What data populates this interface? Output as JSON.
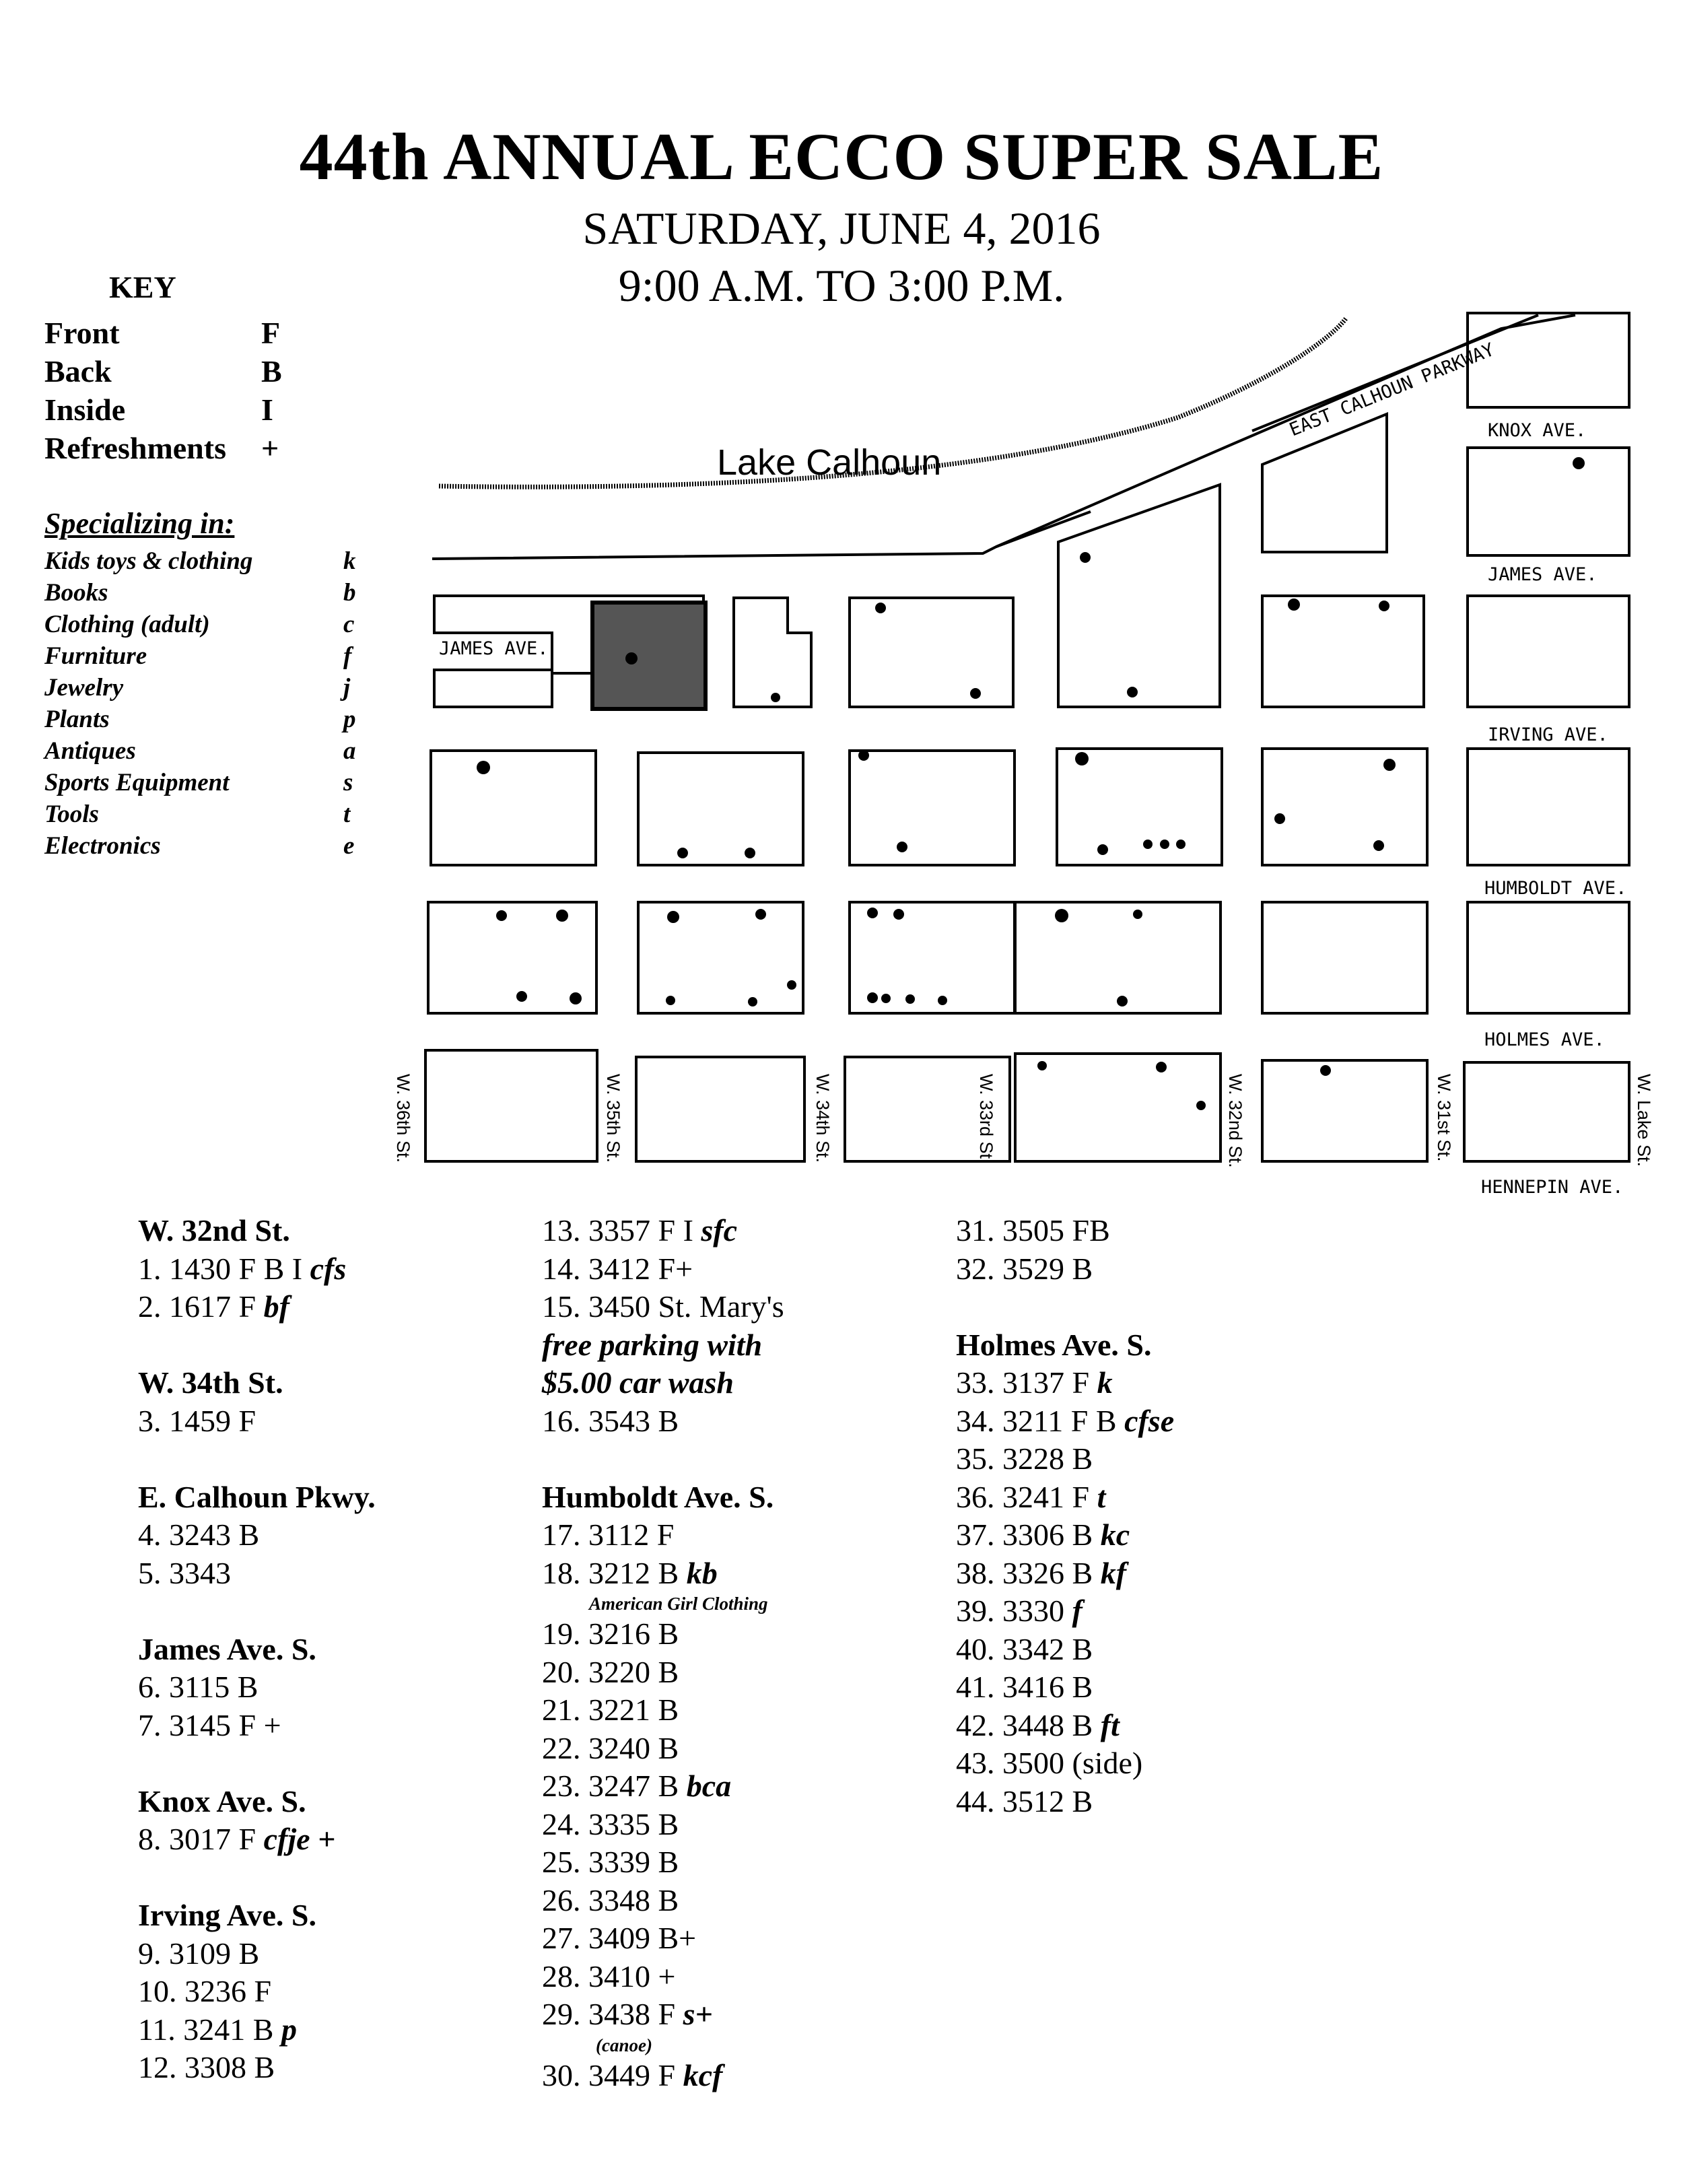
{
  "header": {
    "title": "44th ANNUAL ECCO SUPER SALE",
    "date": "SATURDAY, JUNE 4, 2016",
    "hours": "9:00 A.M. TO 3:00 P.M."
  },
  "key": {
    "title": "KEY",
    "items": [
      {
        "label": "Front",
        "code": "F"
      },
      {
        "label": "Back",
        "code": "B"
      },
      {
        "label": "Inside",
        "code": "I"
      },
      {
        "label": "Refreshments",
        "code": "+"
      }
    ]
  },
  "specializing": {
    "title": "Specializing in:",
    "items": [
      {
        "label": "Kids toys & clothing",
        "code": "k"
      },
      {
        "label": "Books",
        "code": "b"
      },
      {
        "label": "Clothing (adult)",
        "code": "c"
      },
      {
        "label": "Furniture",
        "code": "f"
      },
      {
        "label": "Jewelry",
        "code": "j"
      },
      {
        "label": "Plants",
        "code": "p"
      },
      {
        "label": "Antiques",
        "code": "a"
      },
      {
        "label": "Sports Equipment",
        "code": "s"
      },
      {
        "label": "Tools",
        "code": "t"
      },
      {
        "label": "Electronics",
        "code": "e"
      }
    ]
  },
  "map": {
    "lake": "Lake Calhoun",
    "parkway": "EAST CALHOUN PARKWAY",
    "avenues": {
      "knox": "KNOX AVE.",
      "james": "JAMES AVE.",
      "james_left": "JAMES AVE.",
      "irving": "IRVING AVE.",
      "humboldt": "HUMBOLDT AVE.",
      "holmes": "HOLMES AVE.",
      "hennepin": "HENNEPIN AVE."
    },
    "streets": {
      "w36": "W. 36th St.",
      "w35": "W. 35th St.",
      "w34": "W. 34th St.",
      "w33": "W. 33rd St.",
      "w32": "W. 32nd St.",
      "w31": "W. 31st St.",
      "wlake": "W. Lake St."
    }
  },
  "listings": {
    "col1": [
      {
        "heading": "W. 32nd St.",
        "entries": [
          {
            "num": "1.",
            "addr": "1430",
            "codes": "F B I",
            "spec": "cfs"
          },
          {
            "num": "2.",
            "addr": "1617",
            "codes": "F",
            "spec": "bf"
          }
        ]
      },
      {
        "heading": "W. 34th St.",
        "entries": [
          {
            "num": "3.",
            "addr": "1459",
            "codes": "F",
            "spec": ""
          }
        ]
      },
      {
        "heading": "E. Calhoun Pkwy.",
        "entries": [
          {
            "num": "4.",
            "addr": "3243",
            "codes": "B",
            "spec": ""
          },
          {
            "num": "5.",
            "addr": "3343",
            "codes": "",
            "spec": ""
          }
        ]
      },
      {
        "heading": "James Ave. S.",
        "entries": [
          {
            "num": "6.",
            "addr": "3115",
            "codes": "B",
            "spec": ""
          },
          {
            "num": "7.",
            "addr": "3145",
            "codes": "F +",
            "spec": ""
          }
        ]
      },
      {
        "heading": "Knox Ave. S.",
        "entries": [
          {
            "num": "8.",
            "addr": "3017",
            "codes": "F",
            "spec": "cfje +"
          }
        ]
      },
      {
        "heading": "Irving Ave. S.",
        "entries": [
          {
            "num": "9.",
            "addr": "3109",
            "codes": "B",
            "spec": ""
          },
          {
            "num": "10.",
            "addr": "3236",
            "codes": "F",
            "spec": ""
          },
          {
            "num": "11.",
            "addr": "3241",
            "codes": "B",
            "spec": "p"
          },
          {
            "num": "12.",
            "addr": "3308",
            "codes": "B",
            "spec": ""
          }
        ]
      }
    ],
    "col2_top": [
      {
        "num": "13.",
        "addr": "3357",
        "codes": "F I",
        "spec": "sfc"
      },
      {
        "num": "14.",
        "addr": "3412",
        "codes": "F+",
        "spec": ""
      },
      {
        "num": "15.",
        "addr": "3450 St. Mary's",
        "codes": "",
        "spec": ""
      }
    ],
    "col2_note1": "free parking with",
    "col2_note2": "$5.00 car wash",
    "col2_after": [
      {
        "num": "16.",
        "addr": "3543",
        "codes": "B",
        "spec": ""
      }
    ],
    "humboldt": {
      "heading": "Humboldt Ave. S.",
      "entries": [
        {
          "num": "17.",
          "addr": "3112",
          "codes": "F",
          "spec": ""
        },
        {
          "num": "18.",
          "addr": "3212",
          "codes": "B",
          "spec": "kb"
        }
      ],
      "note": "American Girl Clothing",
      "entries2": [
        {
          "num": "19.",
          "addr": "3216",
          "codes": "B",
          "spec": ""
        },
        {
          "num": "20.",
          "addr": "3220",
          "codes": "B",
          "spec": ""
        },
        {
          "num": "21.",
          "addr": "3221",
          "codes": "B",
          "spec": ""
        },
        {
          "num": "22.",
          "addr": "3240",
          "codes": "B",
          "spec": ""
        },
        {
          "num": "23.",
          "addr": "3247",
          "codes": "B",
          "spec": "bca"
        },
        {
          "num": "24.",
          "addr": "3335",
          "codes": "B",
          "spec": ""
        },
        {
          "num": "25.",
          "addr": "3339",
          "codes": "B",
          "spec": ""
        },
        {
          "num": "26.",
          "addr": "3348",
          "codes": "B",
          "spec": ""
        },
        {
          "num": "27.",
          "addr": "3409",
          "codes": "B+",
          "spec": ""
        },
        {
          "num": "28.",
          "addr": "3410",
          "codes": "+",
          "spec": ""
        },
        {
          "num": "29.",
          "addr": "3438",
          "codes": "F",
          "spec": "s+"
        }
      ],
      "note2": "(canoe)",
      "entries3": [
        {
          "num": "30.",
          "addr": "3449",
          "codes": "F",
          "spec": "kcf"
        }
      ]
    },
    "col3_top": [
      {
        "num": "31.",
        "addr": "3505",
        "codes": "FB",
        "spec": ""
      },
      {
        "num": "32.",
        "addr": "3529",
        "codes": "B",
        "spec": ""
      }
    ],
    "holmes": {
      "heading": "Holmes Ave. S.",
      "entries": [
        {
          "num": "33.",
          "addr": "3137",
          "codes": "F",
          "spec": "k"
        },
        {
          "num": "34.",
          "addr": "3211",
          "codes": "F B",
          "spec": "cfse"
        },
        {
          "num": "35.",
          "addr": "3228",
          "codes": "B",
          "spec": ""
        },
        {
          "num": "36.",
          "addr": "3241",
          "codes": "F",
          "spec": "t"
        },
        {
          "num": "37.",
          "addr": "3306",
          "codes": "B",
          "spec": "kc"
        },
        {
          "num": "38.",
          "addr": "3326",
          "codes": "B",
          "spec": "kf"
        },
        {
          "num": "39.",
          "addr": "3330",
          "codes": "",
          "spec": "f"
        },
        {
          "num": "40.",
          "addr": "3342",
          "codes": "B",
          "spec": ""
        },
        {
          "num": "41.",
          "addr": "3416",
          "codes": "B",
          "spec": ""
        },
        {
          "num": "42.",
          "addr": "3448",
          "codes": "B",
          "spec": "ft"
        },
        {
          "num": "43.",
          "addr": "3500 (side)",
          "codes": "",
          "spec": ""
        },
        {
          "num": "44.",
          "addr": "3512",
          "codes": "B",
          "spec": ""
        }
      ]
    }
  }
}
